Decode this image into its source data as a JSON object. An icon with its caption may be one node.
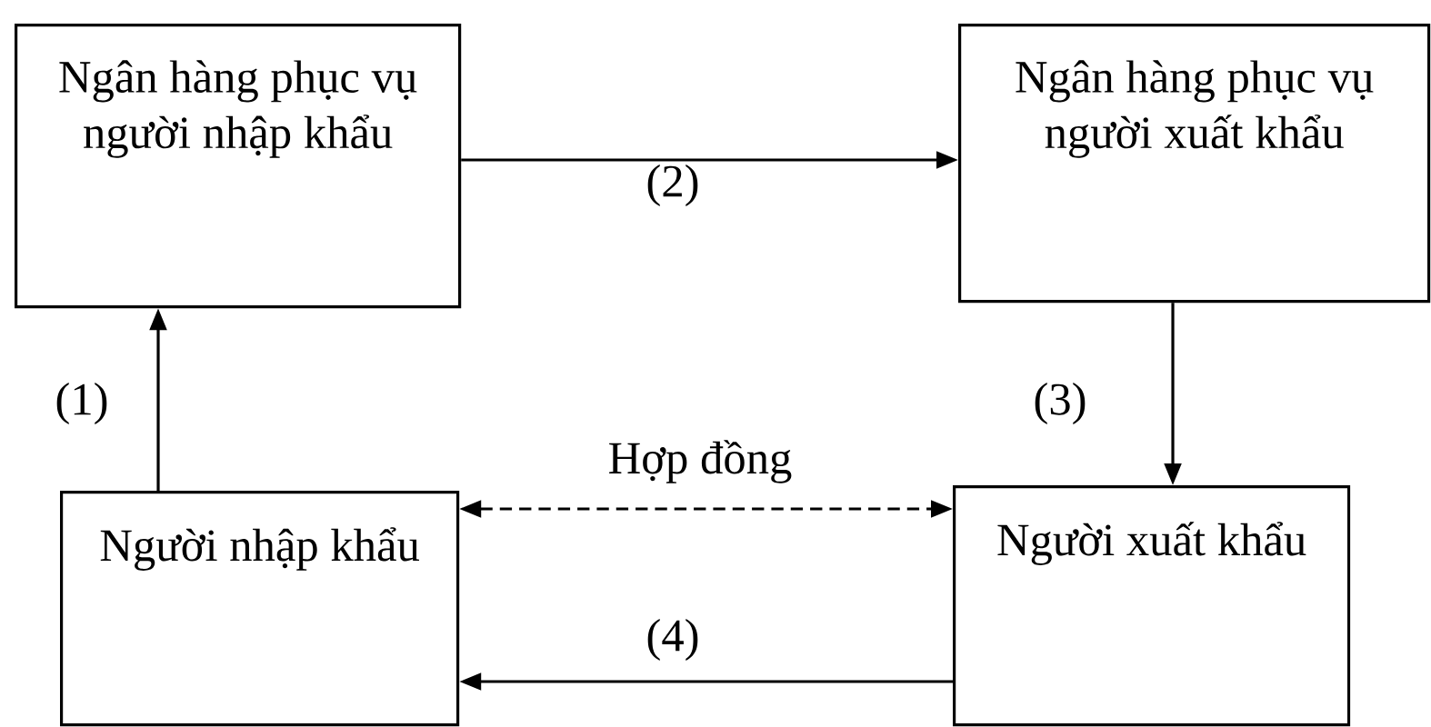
{
  "diagram": {
    "nodes": [
      {
        "text": [
          "Ngân hàng phục  vụ người nhập khẩu"
        ]
      },
      {
        "text": [
          "Ngân hàng phục vụ người xuất khẩu"
        ]
      },
      {
        "text": [
          "Người nhập khẩu"
        ]
      },
      {
        "text": [
          "Người xuất khẩu"
        ]
      }
    ],
    "edges": [
      {
        "from": 0,
        "to": 1,
        "arrow": "to",
        "label": "(2)"
      },
      {
        "from": 1,
        "to": 3,
        "arrow": "to",
        "label": "(3)"
      },
      {
        "from": 2,
        "to": 0,
        "arrow": "to",
        "label": "(1)"
      },
      {
        "from": 2,
        "to": 3,
        "arrow": "both",
        "style": "dashed",
        "label": "Hợp đồng"
      },
      {
        "from": 3,
        "to": 2,
        "arrow": "to",
        "label": "(4)"
      }
    ]
  }
}
